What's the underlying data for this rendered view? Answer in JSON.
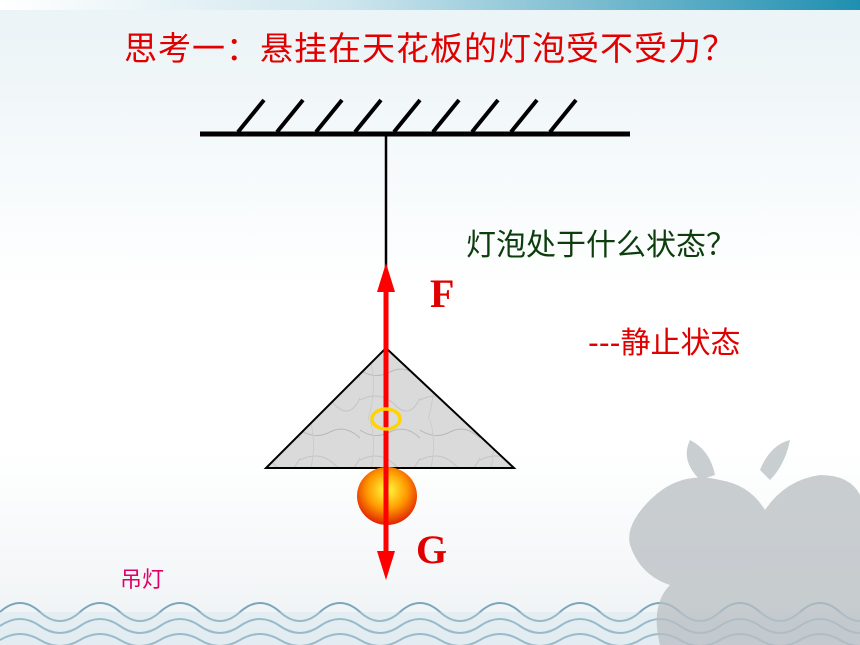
{
  "title": "思考一：悬挂在天花板的灯泡受不受力？",
  "question": "灯泡处于什么状态？",
  "answer": "---静止状态",
  "force_up_label": "F",
  "force_down_label": "G",
  "caption": "吊灯",
  "colors": {
    "title": "#e00000",
    "question": "#0d3d0d",
    "force_arrow": "#ff0000",
    "caption": "#e0006a",
    "lampshade": "#dcdcdc",
    "bulb": "#ff8c00"
  }
}
